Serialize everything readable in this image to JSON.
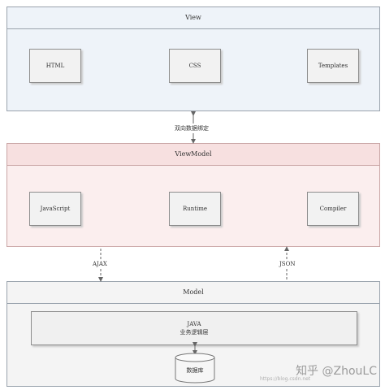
{
  "view": {
    "title": "View",
    "items": [
      "HTML",
      "CSS",
      "Templates"
    ]
  },
  "binding_label": "双向数据绑定",
  "viewmodel": {
    "title": "ViewModel",
    "items": [
      "JavaScript",
      "Runtime",
      "Compiler"
    ]
  },
  "connectors": {
    "left": "AJAX",
    "right": "JSON"
  },
  "model": {
    "title": "Model",
    "logic_line1": "JAVA",
    "logic_line2": "业务逻辑层",
    "db_label": "数据库"
  },
  "watermark": "知乎 @ZhouLC",
  "watermark_small": "https://blog.csdn.net"
}
